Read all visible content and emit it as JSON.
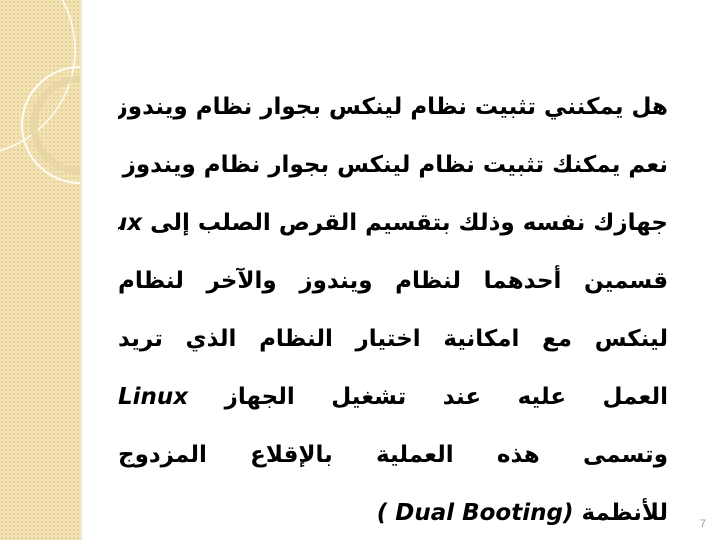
{
  "slide": {
    "number": "7",
    "colors": {
      "side_strip": "#f3e3b3",
      "ring_stroke": "#ffffff",
      "text": "#000000",
      "slide_number": "#9a9a9a"
    },
    "lines": [
      "هل يمكنني تثبيت نظام لينكس بجوار نظام ويندوز؟",
      "نعم يمكنك تثبيت نظام لينكس بجوار نظام ويندوز على",
      "جهازك نفسه وذلك بتقسيم القرص الصلب إلى",
      "قسمين أحدهما لنظام ويندوز والآخر لنظام",
      "لينكس مع امكانية اختيار النظام الذي تريد",
      "العمل عليه عند تشغيل الجهاز",
      "وتسمى هذه العملية بالإقلاع المزدوج",
      "للأنظمة"
    ],
    "linux_word": "Linux",
    "linux_word_2": "Linux",
    "dual_booting": "( Dual Booting)"
  }
}
